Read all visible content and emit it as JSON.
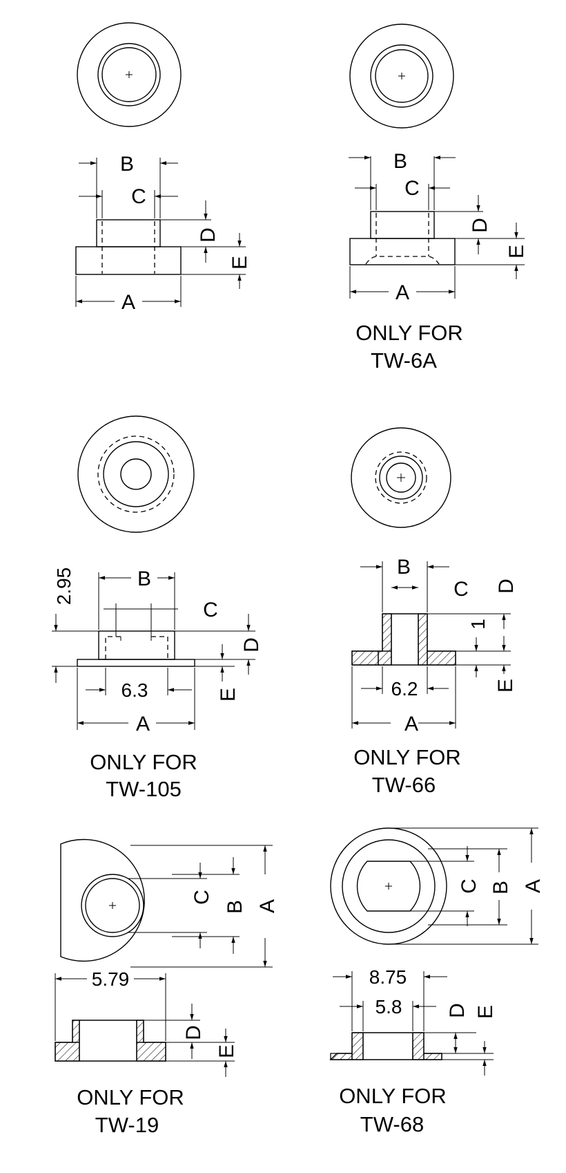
{
  "drawings": {
    "top_left": {
      "labels": {
        "a": "A",
        "b": "B",
        "c": "C",
        "d": "D",
        "e": "E"
      }
    },
    "top_right": {
      "labels": {
        "a": "A",
        "b": "B",
        "c": "C",
        "d": "D",
        "e": "E"
      },
      "caption_line1": "ONLY FOR",
      "caption_line2": "TW-6A"
    },
    "mid_left": {
      "labels": {
        "a": "A",
        "b": "B",
        "c": "C",
        "d": "D",
        "e": "E"
      },
      "dim_height": "2.95",
      "dim_inner": "6.3",
      "caption_line1": "ONLY FOR",
      "caption_line2": "TW-105"
    },
    "mid_right": {
      "labels": {
        "a": "A",
        "b": "B",
        "c": "C",
        "d": "D",
        "e": "E"
      },
      "dim_one": "1",
      "dim_inner": "6.2",
      "caption_line1": "ONLY FOR",
      "caption_line2": "TW-66"
    },
    "bottom_left": {
      "labels": {
        "a": "A",
        "b": "B",
        "c": "C",
        "d": "D",
        "e": "E"
      },
      "dim_width": "5.79",
      "caption_line1": "ONLY FOR",
      "caption_line2": "TW-19"
    },
    "bottom_right": {
      "labels": {
        "a": "A",
        "b": "B",
        "c": "C",
        "d": "D",
        "e": "E"
      },
      "dim_outer": "8.75",
      "dim_inner": "5.8",
      "caption_line1": "ONLY FOR",
      "caption_line2": "TW-68"
    }
  }
}
